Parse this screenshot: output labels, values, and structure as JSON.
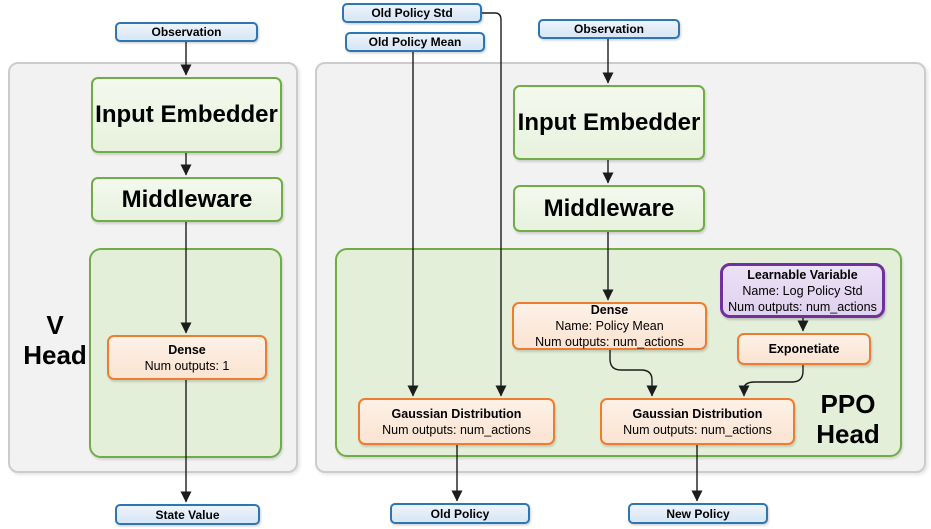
{
  "colors": {
    "io_border": "#2E75B6",
    "io_fill": "#D9E8F6",
    "layer_border": "#70AD47",
    "layer_fill": "#E9F2DF",
    "container_fill": "#E4EFDA",
    "op_border": "#ED7D31",
    "op_fill": "#FBE5D4",
    "var_border": "#7030A0",
    "var_fill": "#E1D2EF",
    "panel_fill": "#F2F2F2",
    "panel_border": "#CCCCCC",
    "edge": "#1C1C1C"
  },
  "v_head": {
    "label_line1": "V",
    "label_line2": "Head",
    "observation": "Observation",
    "input_embedder": "Input Embedder",
    "middleware": "Middleware",
    "dense_title": "Dense",
    "dense_line1": "Num outputs: 1",
    "state_value": "State Value"
  },
  "ppo_head": {
    "label_line1": "PPO",
    "label_line2": "Head",
    "old_policy_std": "Old Policy Std",
    "old_policy_mean": "Old Policy Mean",
    "observation": "Observation",
    "input_embedder": "Input Embedder",
    "middleware": "Middleware",
    "dense_title": "Dense",
    "dense_line1": "Name: Policy Mean",
    "dense_line2": "Num outputs: num_actions",
    "learnable_title": "Learnable Variable",
    "learnable_line1": "Name: Log Policy Std",
    "learnable_line2": "Num outputs: num_actions",
    "exponetiate": "Exponetiate",
    "gaussian_old_title": "Gaussian Distribution",
    "gaussian_old_line1": "Num outputs: num_actions",
    "gaussian_new_title": "Gaussian Distribution",
    "gaussian_new_line1": "Num outputs: num_actions",
    "old_policy": "Old Policy",
    "new_policy": "New Policy"
  }
}
